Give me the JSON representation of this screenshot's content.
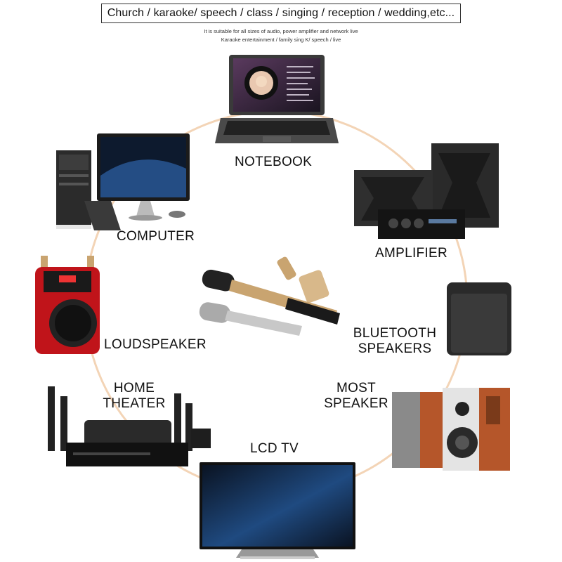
{
  "header": {
    "banner": "Church / karaoke/ speech / class / singing / reception / wedding,etc...",
    "subline1": "It is suitable for all sizes of audio, power amplifier and network live",
    "subline2": "Karaoke entertainment / family sing K/ speech / live"
  },
  "devices": {
    "notebook": "NOTEBOOK",
    "computer": "COMPUTER",
    "amplifier": "AMPLIFIER",
    "loudspeaker": "LOUDSPEAKER",
    "bluetooth_line1": "BLUETOOTH",
    "bluetooth_line2": "SPEAKERS",
    "home_theater_line1": "HOME",
    "home_theater_line2": "THEATER",
    "most_speaker_line1": "MOST",
    "most_speaker_line2": "SPEAKER",
    "lcd_tv": "LCD TV"
  },
  "colors": {
    "ring": "#f3d4b6",
    "screen_dark": "#0d1a2e",
    "screen_blue": "#2a5a9a",
    "speaker_red": "#c0141a",
    "wood": "#b5562a",
    "gold": "#c9a470"
  }
}
